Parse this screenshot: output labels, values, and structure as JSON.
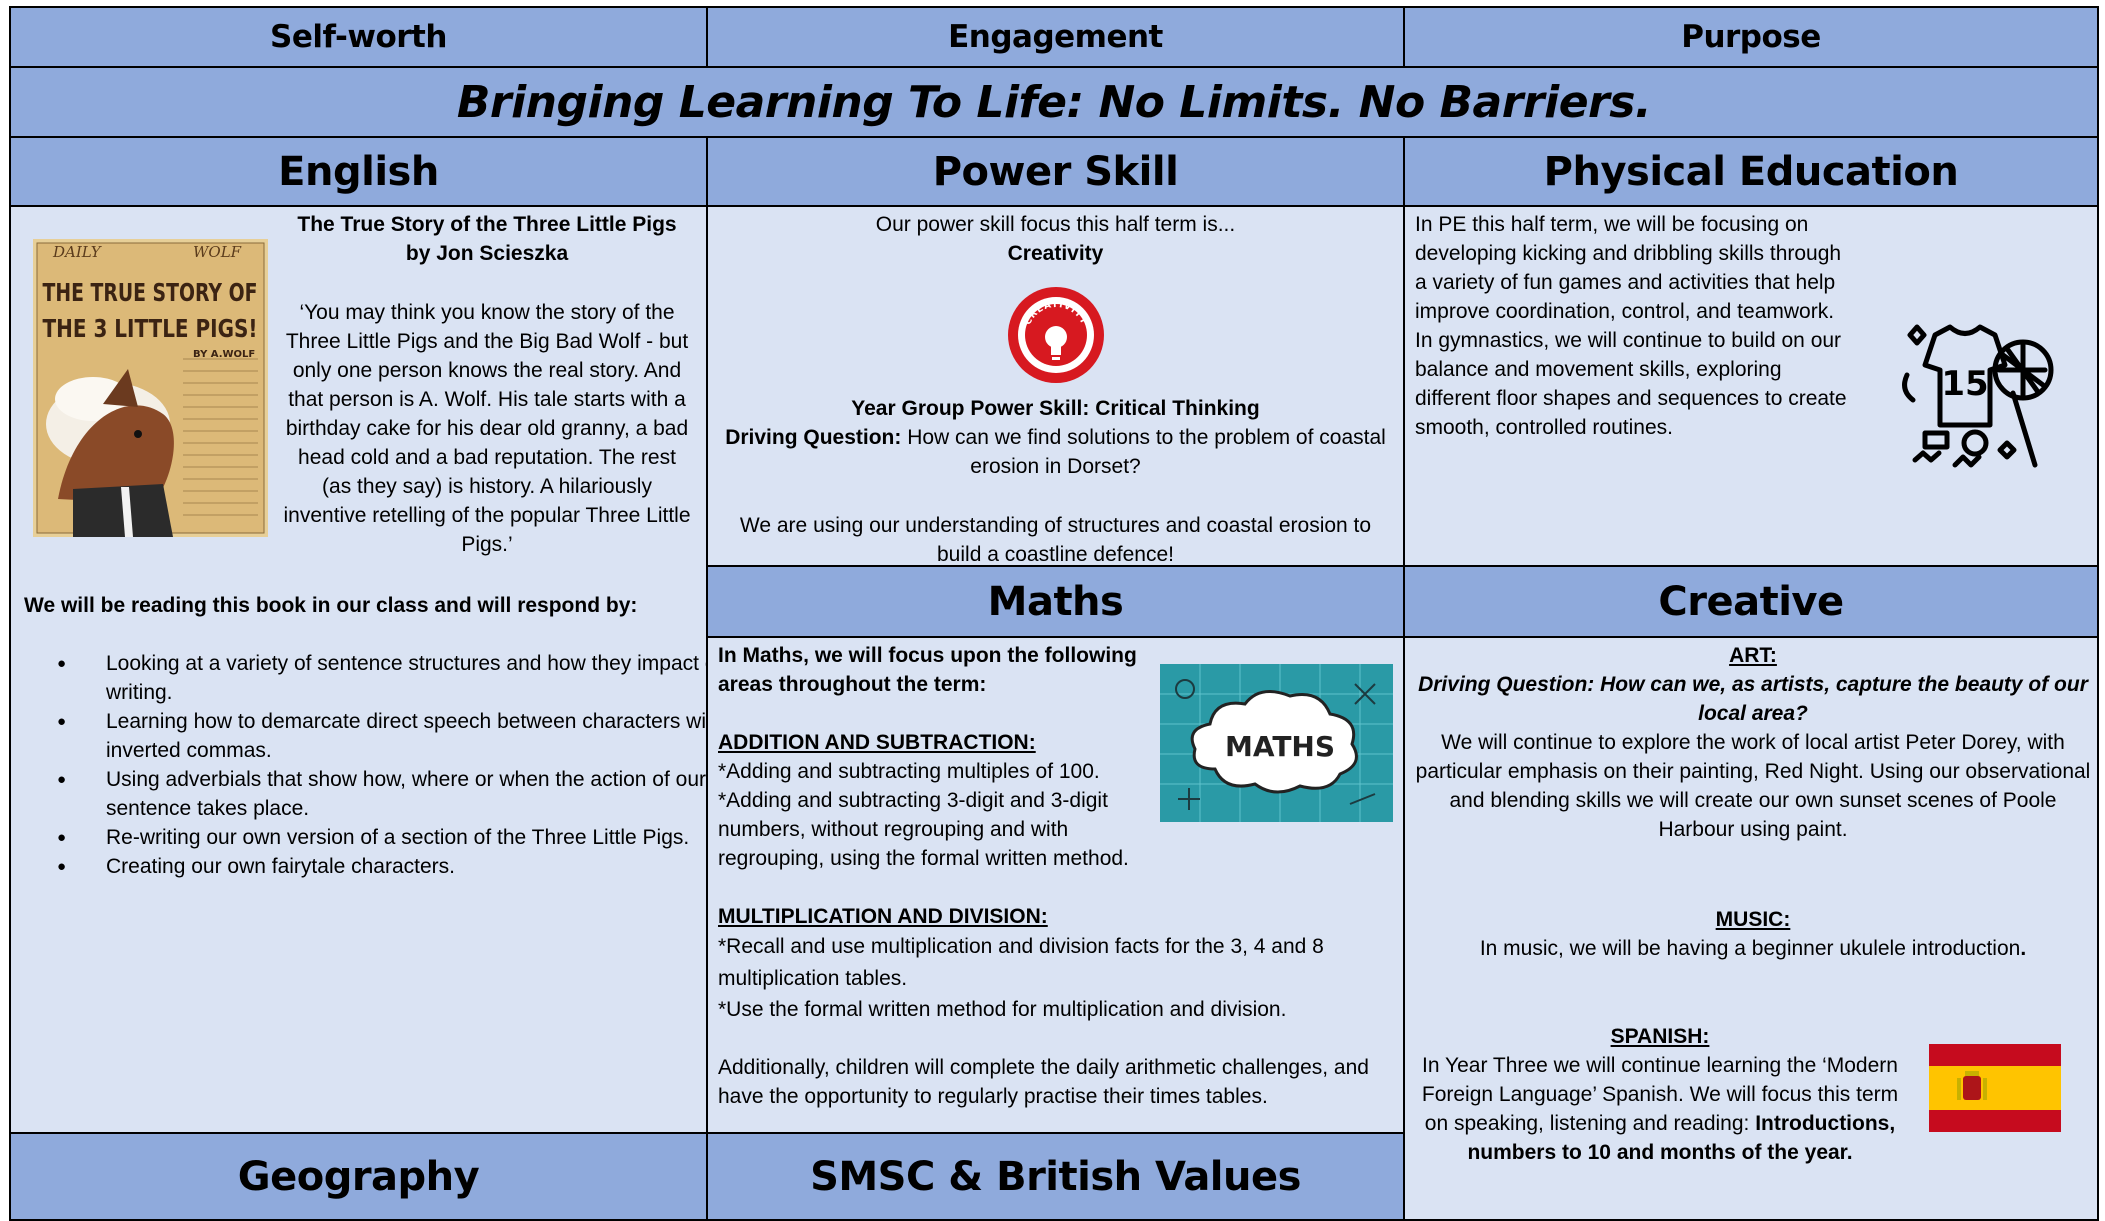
{
  "top_headers": [
    "Self-worth",
    "Engagement",
    "Purpose"
  ],
  "banner": "Bringing Learning To Life: No Limits. No Barriers.",
  "sections": {
    "english": "English",
    "power": "Power Skill",
    "pe": "Physical Education",
    "maths": "Maths",
    "creative": "Creative",
    "geography": "Geography",
    "smsc": "SMSC & British Values"
  },
  "english": {
    "book_title": "The True Story of the Three Little Pigs",
    "book_author": "by Jon Scieszka",
    "blurb": "‘You may think you know the story of the Three Little Pigs and the Big Bad Wolf - but only one person knows the real story. And that person is A. Wolf. His tale starts with a birthday cake for his dear old granny, a bad head cold and a bad reputation. The rest (as they say) is history. A hilariously inventive retelling of the popular Three Little Pigs.’",
    "cover": {
      "top_left": "DAILY",
      "top_right": "WOLF",
      "title_line1": "THE TRUE STORY OF",
      "title_line2": "THE 3 LITTLE PIGS!",
      "byline": "BY A.WOLF"
    },
    "intro": "We will be reading this book in our class and will respond by:",
    "bullets": [
      "Looking at a variety of sentence structures and how they impact our writing.",
      "Learning how to demarcate direct speech between characters with inverted commas.",
      "Using adverbials that show how, where or when the action of our sentence takes place.",
      "Re-writing our own version of a section of the Three Little Pigs.",
      "Creating our own fairytale characters."
    ]
  },
  "power": {
    "intro": "Our power skill focus this half term is...",
    "skill": "Creativity",
    "badge_text": "CREATIVITY",
    "year_group": "Year Group Power Skill: Critical Thinking",
    "driving_label": "Driving Question:",
    "driving_text": " How can we find solutions to the problem of coastal erosion in Dorset?",
    "using": "We are using  our understanding of structures and coastal erosion to build a coastline defence!"
  },
  "pe": {
    "text": "In PE this half term, we will be focusing on developing kicking and dribbling skills through a variety of fun games and activities that help improve coordination, control, and teamwork. In gymnastics, we will continue to build on our balance and movement skills, exploring different floor shapes and sequences to create smooth, controlled routines.",
    "shirt_number": "15"
  },
  "maths": {
    "intro": "In Maths, we will focus upon the following areas throughout the term:",
    "image_label": "MATHS",
    "add_heading": "ADDITION AND SUBTRACTION:",
    "add_lines": [
      "*Adding and subtracting multiples of 100.",
      "*Adding and subtracting 3-digit and 3-digit numbers, without regrouping and with regrouping, using the formal written method."
    ],
    "mult_heading": "MULTIPLICATION AND DIVISION:",
    "mult_lines": [
      "*Recall and use multiplication and division facts for the 3, 4 and 8 multiplication tables.",
      "*Use the formal written method for multiplication and division."
    ],
    "additionally": "Additionally, children will complete the daily arithmetic challenges, and have the opportunity to regularly practise their times tables."
  },
  "creative": {
    "art_heading": "ART:",
    "art_question": "Driving Question: How can we, as artists, capture the beauty of our local area?",
    "art_text": "We will continue to explore the work of local artist Peter Dorey, with particular emphasis on their painting, Red Night. Using our observational and blending skills we will create our own sunset scenes of Poole Harbour using paint.",
    "music_heading": "MUSIC:",
    "music_text": "In music, we will be having a beginner ukulele introduction",
    "music_period": ".",
    "spanish_heading": "SPANISH:",
    "spanish_text": "In Year Three we will continue learning the ‘Modern Foreign Language’ Spanish. We will focus this term on speaking, listening and reading: ",
    "spanish_bold": "Introductions, numbers to 10 and months of the year."
  },
  "colors": {
    "header_blue": "#8faadc",
    "panel_light": "#dae3f3",
    "flag_red": "#c60b1e",
    "flag_yellow": "#ffc400",
    "badge_red": "#d71920",
    "maths_teal": "#2a9aa6"
  }
}
